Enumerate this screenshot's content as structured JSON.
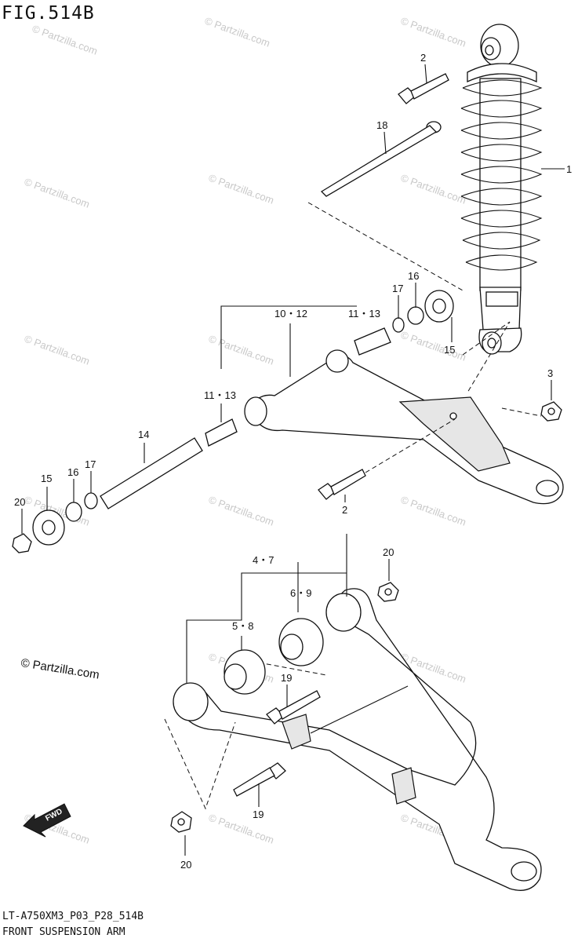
{
  "figure": {
    "title": "FIG.514B",
    "code": "LT-A750XM3_P03_P28_514B",
    "name": "FRONT SUSPENSION ARM",
    "copyright": "© Partzilla.com",
    "watermark": "© Partzilla.com",
    "fwd_label": "FWD"
  },
  "callouts": [
    {
      "id": "c1",
      "label": "1"
    },
    {
      "id": "c2a",
      "label": "2"
    },
    {
      "id": "c2b",
      "label": "2"
    },
    {
      "id": "c3",
      "label": "3"
    },
    {
      "id": "c18",
      "label": "18"
    },
    {
      "id": "c16a",
      "label": "16"
    },
    {
      "id": "c17a",
      "label": "17"
    },
    {
      "id": "c15a",
      "label": "15"
    },
    {
      "id": "c1012",
      "label": "10・12"
    },
    {
      "id": "c1113a",
      "label": "11・13"
    },
    {
      "id": "c1113b",
      "label": "11・13"
    },
    {
      "id": "c14",
      "label": "14"
    },
    {
      "id": "c15b",
      "label": "15"
    },
    {
      "id": "c16b",
      "label": "16"
    },
    {
      "id": "c17b",
      "label": "17"
    },
    {
      "id": "c20a",
      "label": "20"
    },
    {
      "id": "c47",
      "label": "4・7"
    },
    {
      "id": "c20b",
      "label": "20"
    },
    {
      "id": "c69",
      "label": "6・9"
    },
    {
      "id": "c58",
      "label": "5・8"
    },
    {
      "id": "c19a",
      "label": "19"
    },
    {
      "id": "c19b",
      "label": "19"
    },
    {
      "id": "c20c",
      "label": "20"
    }
  ]
}
